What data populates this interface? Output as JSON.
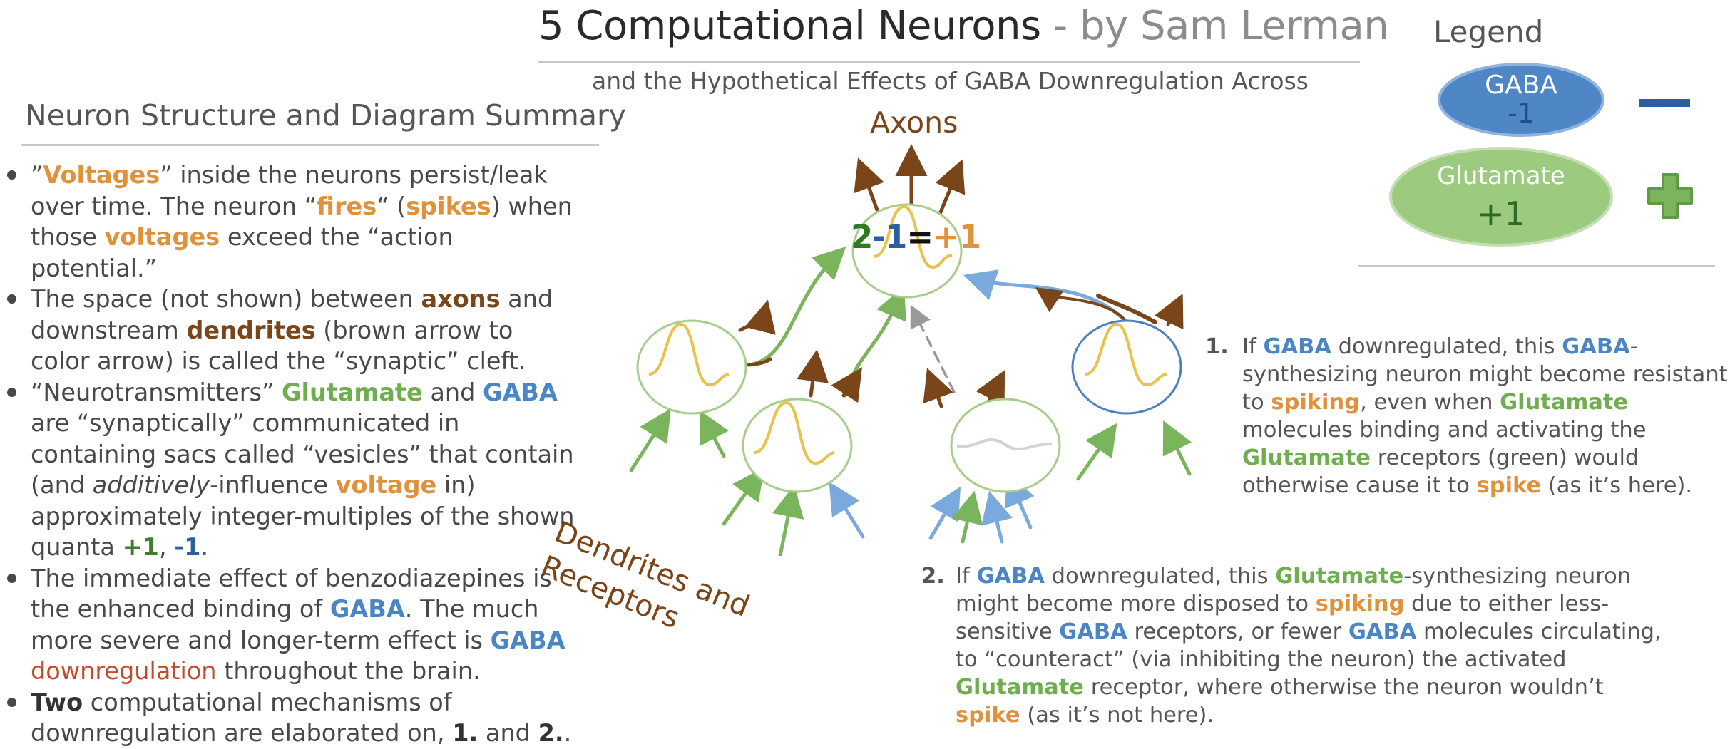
{
  "header": {
    "title_main": "5 Computational Neurons",
    "title_sep": " - ",
    "title_by": "by Sam Lerman",
    "subtitle": "and the Hypothetical Effects of GABA Downregulation Across"
  },
  "legend": {
    "title": "Legend",
    "gaba_label": "GABA",
    "gaba_value": "-1",
    "glutamate_label": "Glutamate",
    "glutamate_value": "+1"
  },
  "summary": {
    "title": "Neuron Structure and Diagram Summary",
    "items": [
      {
        "t": [
          [
            "”",
            ""
          ],
          [
            "Voltages",
            "o"
          ],
          [
            "” inside the neurons persist/leak over time. The neuron “",
            ""
          ],
          [
            "fires",
            "o"
          ],
          [
            "“ (",
            ""
          ],
          [
            "spikes",
            "o"
          ],
          [
            ") when those ",
            ""
          ],
          [
            "voltages",
            "o"
          ],
          [
            " exceed the “action potential.”",
            ""
          ]
        ]
      },
      {
        "t": [
          [
            "The space (not shown) between ",
            ""
          ],
          [
            "axons",
            "b"
          ],
          [
            " and downstream ",
            ""
          ],
          [
            "dendrites",
            "b"
          ],
          [
            " (brown arrow to color arrow) is called the “synaptic” cleft.",
            ""
          ]
        ]
      },
      {
        "t": [
          [
            "“Neurotransmitters” ",
            ""
          ],
          [
            "Glutamate",
            "g"
          ],
          [
            " and ",
            ""
          ],
          [
            "GABA",
            "bl"
          ],
          [
            "  are “synaptically” communicated in containing sacs called “vesicles” that contain (and ",
            ""
          ],
          [
            "additively",
            "i"
          ],
          [
            "-influence ",
            ""
          ],
          [
            "voltage",
            "o"
          ],
          [
            " in) approximately integer-multiples of the shown quanta ",
            ""
          ],
          [
            "+1",
            "dg"
          ],
          [
            ", ",
            ""
          ],
          [
            "-1",
            "db"
          ],
          [
            ".",
            ""
          ]
        ]
      },
      {
        "t": [
          [
            "The immediate effect of benzodiazepines is the enhanced binding of ",
            ""
          ],
          [
            "GABA",
            "bl"
          ],
          [
            ". The much more severe and longer-term effect is ",
            ""
          ],
          [
            "GABA",
            "bl"
          ],
          [
            " ",
            ""
          ],
          [
            "downregulation",
            "red"
          ],
          [
            " throughout the brain.",
            ""
          ]
        ]
      },
      {
        "t": [
          [
            "Two",
            "bk"
          ],
          [
            " computational mechanisms of downregulation are elaborated on, ",
            ""
          ],
          [
            "1.",
            "bk"
          ],
          [
            " and ",
            ""
          ],
          [
            "2.",
            "bk"
          ],
          [
            ".",
            ""
          ]
        ]
      }
    ]
  },
  "diagram": {
    "axons_label": "Axons",
    "dendrites_label_1": "Dendrites and",
    "dendrites_label_2": "Receptors",
    "equation": {
      "a": "2",
      "b": "-1",
      "c": "=",
      "d": "+1"
    },
    "colors": {
      "axon": "#7a4518",
      "glutamate": "#7ab55c",
      "gaba": "#7aa9dd",
      "spike": "#e8c24a",
      "neuron_border_green": "#a8cc8c",
      "neuron_border_blue": "#4f7fc0",
      "inhibitory_dashed": "#9a9a9a"
    }
  },
  "notes": [
    {
      "num": "1.",
      "t": [
        [
          "If ",
          ""
        ],
        [
          "GABA",
          "bl"
        ],
        [
          " downregulated, this ",
          ""
        ],
        [
          "GABA",
          "bl"
        ],
        [
          "-synthesizing neuron might become resistant to ",
          ""
        ],
        [
          "spiking",
          "o"
        ],
        [
          ", even when ",
          ""
        ],
        [
          "Glutamate",
          "g"
        ],
        [
          " molecules binding and activating the ",
          ""
        ],
        [
          "Glutamate",
          "g"
        ],
        [
          " receptors (green) would otherwise cause it to ",
          ""
        ],
        [
          "spike",
          "o"
        ],
        [
          " (as it’s here).",
          ""
        ]
      ]
    },
    {
      "num": "2.",
      "t": [
        [
          "If ",
          ""
        ],
        [
          "GABA",
          "bl"
        ],
        [
          " downregulated, this ",
          ""
        ],
        [
          "Glutamate",
          "g"
        ],
        [
          "-synthesizing neuron might become more disposed to ",
          ""
        ],
        [
          "spiking",
          "o"
        ],
        [
          " due to either less-sensitive ",
          ""
        ],
        [
          "GABA",
          "bl"
        ],
        [
          " receptors, or fewer ",
          ""
        ],
        [
          "GABA",
          "bl"
        ],
        [
          " molecules circulating, to “counteract” (via inhibiting the neuron) the activated ",
          ""
        ],
        [
          "Glutamate",
          "g"
        ],
        [
          " receptor, where otherwise the neuron wouldn’t ",
          ""
        ],
        [
          "spike",
          "o"
        ],
        [
          " (as it’s not here).",
          ""
        ]
      ]
    }
  ]
}
